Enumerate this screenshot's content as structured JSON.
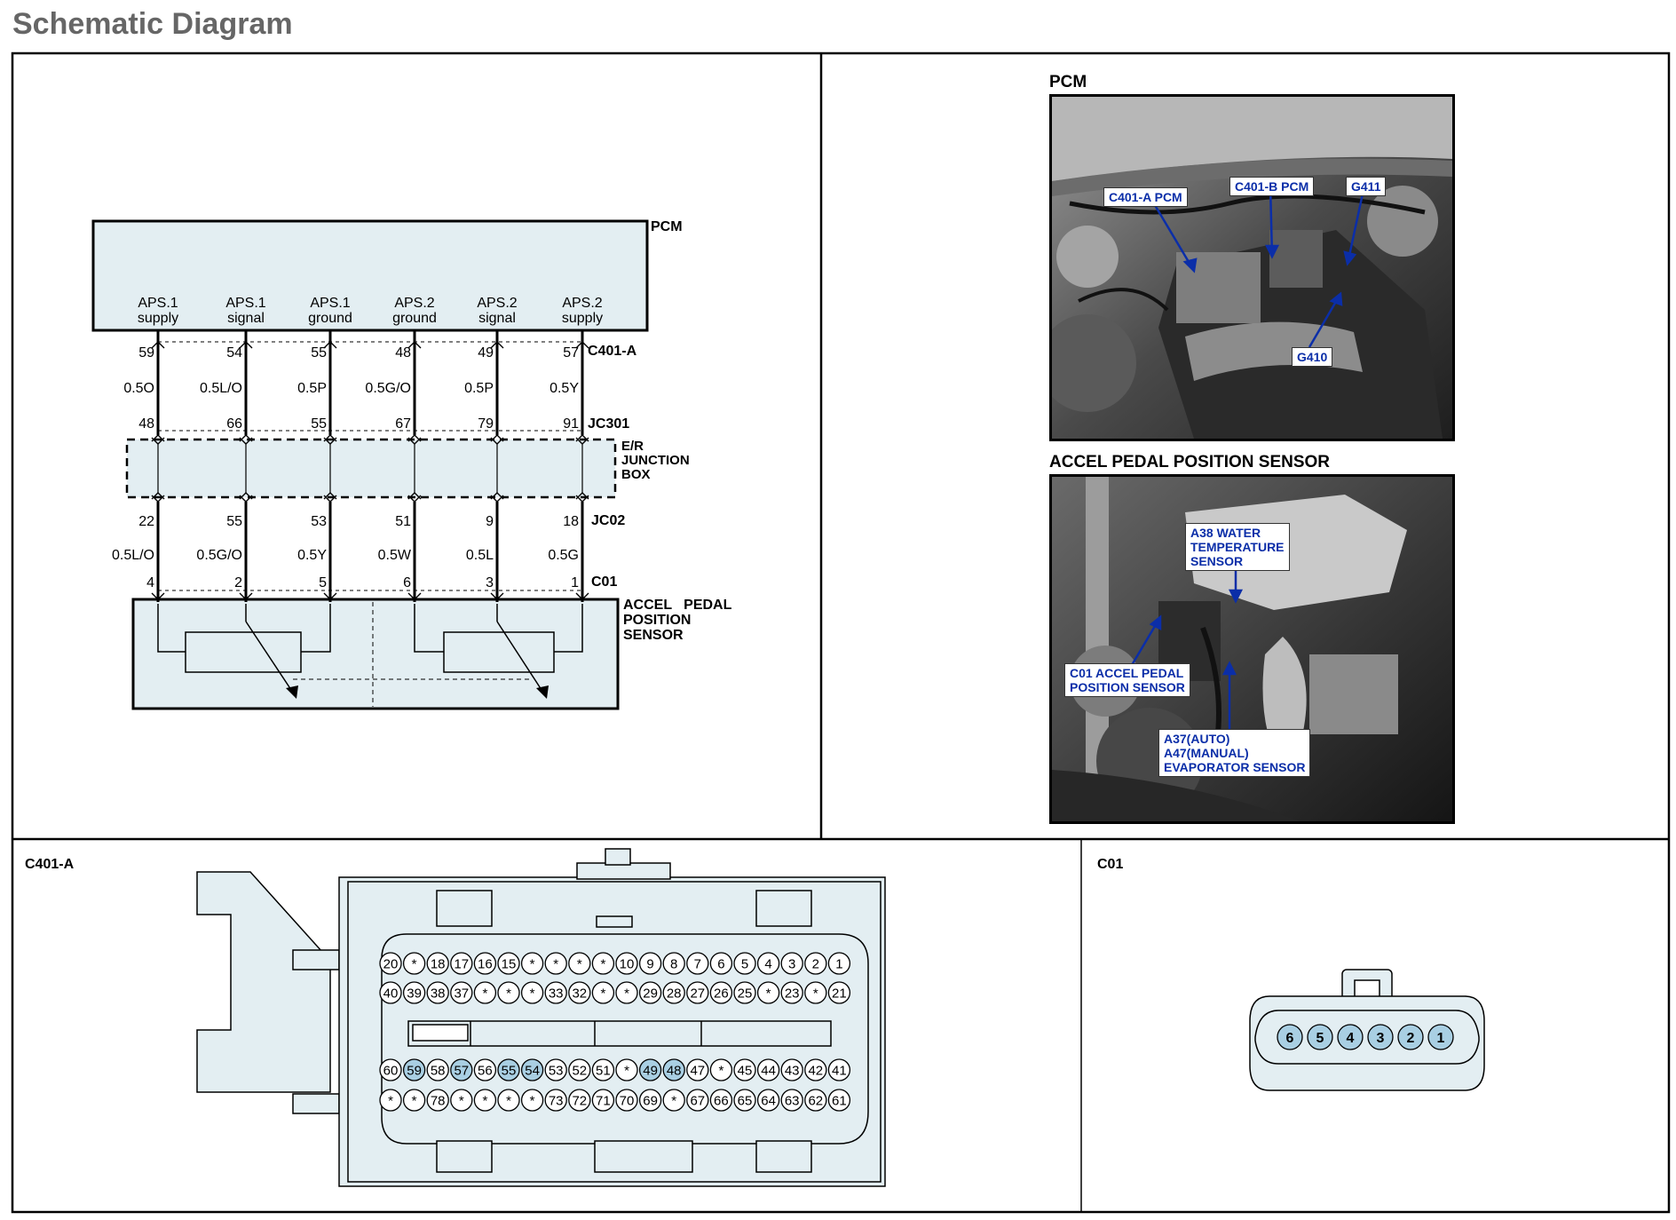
{
  "page": {
    "title": "Schematic Diagram"
  },
  "schematic": {
    "module_label": "PCM",
    "pins": [
      {
        "fn1": "APS.1",
        "fn2": "supply",
        "c401a": "59",
        "wire1": "0.5O",
        "jc301": "48",
        "jc02": "22",
        "wire2": "0.5L/O",
        "c01": "4"
      },
      {
        "fn1": "APS.1",
        "fn2": "signal",
        "c401a": "54",
        "wire1": "0.5L/O",
        "jc301": "66",
        "jc02": "55",
        "wire2": "0.5G/O",
        "c01": "2"
      },
      {
        "fn1": "APS.1",
        "fn2": "ground",
        "c401a": "55",
        "wire1": "0.5P",
        "jc301": "55",
        "jc02": "53",
        "wire2": "0.5Y",
        "c01": "5"
      },
      {
        "fn1": "APS.2",
        "fn2": "ground",
        "c401a": "48",
        "wire1": "0.5G/O",
        "jc301": "67",
        "jc02": "51",
        "wire2": "0.5W",
        "c01": "6"
      },
      {
        "fn1": "APS.2",
        "fn2": "signal",
        "c401a": "49",
        "wire1": "0.5P",
        "jc301": "79",
        "jc02": "9",
        "wire2": "0.5L",
        "c01": "3"
      },
      {
        "fn1": "APS.2",
        "fn2": "supply",
        "c401a": "57",
        "wire1": "0.5Y",
        "jc301": "91",
        "jc02": "18",
        "wire2": "0.5G",
        "c01": "1"
      }
    ],
    "connector_c401a": "C401-A",
    "connector_jc301": "JC301",
    "junction_box_lines": [
      "E/R",
      "JUNCTION",
      "BOX"
    ],
    "connector_jc02": "JC02",
    "connector_c01": "C01",
    "sensor_lines": [
      "ACCEL   PEDAL",
      "POSITION",
      "SENSOR"
    ]
  },
  "photos": {
    "pcm": {
      "label": "PCM",
      "callouts": {
        "c401a": "C401-A PCM",
        "c401b": "C401-B PCM",
        "g411": "G411",
        "g410": "G410"
      }
    },
    "aps": {
      "label": "ACCEL PEDAL POSITION SENSOR",
      "callouts": {
        "a38": [
          "A38 WATER",
          "TEMPERATURE",
          "SENSOR"
        ],
        "c01": [
          "C01 ACCEL PEDAL",
          "POSITION SENSOR"
        ],
        "a37": [
          "A37(AUTO)",
          "A47(MANUAL)",
          "EVAPORATOR SENSOR"
        ]
      }
    }
  },
  "connector_views": {
    "c401a": {
      "label": "C401-A",
      "rows": [
        [
          "20",
          "*",
          "18",
          "17",
          "16",
          "15",
          "*",
          "*",
          "*",
          "*",
          "10",
          "9",
          "8",
          "7",
          "6",
          "5",
          "4",
          "3",
          "2",
          "1"
        ],
        [
          "40",
          "39",
          "38",
          "37",
          "*",
          "*",
          "*",
          "33",
          "32",
          "*",
          "*",
          "29",
          "28",
          "27",
          "26",
          "25",
          "*",
          "23",
          "*",
          "21"
        ],
        [
          "60",
          "59",
          "58",
          "57",
          "56",
          "55",
          "54",
          "53",
          "52",
          "51",
          "*",
          "49",
          "48",
          "47",
          "*",
          "45",
          "44",
          "43",
          "42",
          "41"
        ],
        [
          "*",
          "*",
          "78",
          "*",
          "*",
          "*",
          "*",
          "73",
          "72",
          "71",
          "70",
          "69",
          "*",
          "67",
          "66",
          "65",
          "64",
          "63",
          "62",
          "61"
        ]
      ],
      "highlighted": [
        "59",
        "57",
        "55",
        "54",
        "49",
        "48"
      ],
      "highlight_color": "#a9cfe3"
    },
    "c01": {
      "label": "C01",
      "pins": [
        "6",
        "5",
        "4",
        "3",
        "2",
        "1"
      ],
      "highlight_color": "#a9cfe3"
    }
  },
  "colors": {
    "panel_fill": "#e3eef2",
    "callout_text": "#0b2ea8",
    "title_gray": "#666666"
  }
}
